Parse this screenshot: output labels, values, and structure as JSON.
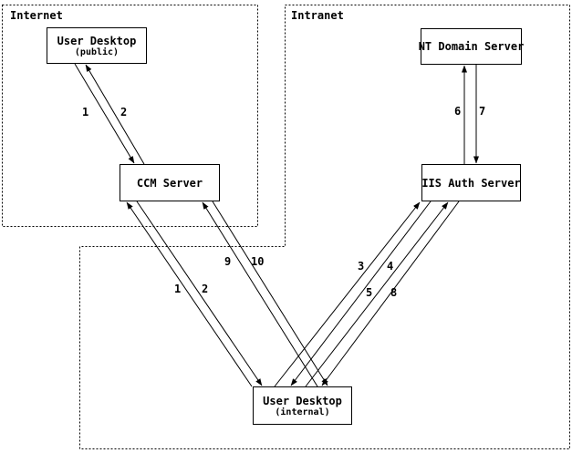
{
  "regions": {
    "internet": {
      "label": "Internet"
    },
    "intranet": {
      "label": "Intranet"
    }
  },
  "nodes": {
    "user_desktop_public": {
      "title": "User Desktop",
      "subtitle": "(public)"
    },
    "nt_domain_server": {
      "title": "NT Domain Server"
    },
    "ccm_server": {
      "title": "CCM Server"
    },
    "iis_auth_server": {
      "title": "IIS Auth Server"
    },
    "user_desktop_internal": {
      "title": "User Desktop",
      "subtitle": "(internal)"
    }
  },
  "edges": [
    {
      "label": "1",
      "from": "user_desktop_public",
      "to": "ccm_server"
    },
    {
      "label": "2",
      "from": "ccm_server",
      "to": "user_desktop_public"
    },
    {
      "label": "6",
      "from": "iis_auth_server",
      "to": "nt_domain_server"
    },
    {
      "label": "7",
      "from": "nt_domain_server",
      "to": "iis_auth_server"
    },
    {
      "label": "9",
      "from": "user_desktop_internal",
      "to": "ccm_server"
    },
    {
      "label": "10",
      "from": "ccm_server",
      "to": "user_desktop_internal"
    },
    {
      "label": "1",
      "from": "user_desktop_internal",
      "to": "ccm_server"
    },
    {
      "label": "2",
      "from": "ccm_server",
      "to": "user_desktop_internal"
    },
    {
      "label": "3",
      "from": "user_desktop_internal",
      "to": "iis_auth_server"
    },
    {
      "label": "4",
      "from": "iis_auth_server",
      "to": "user_desktop_internal"
    },
    {
      "label": "5",
      "from": "user_desktop_internal",
      "to": "iis_auth_server"
    },
    {
      "label": "8",
      "from": "iis_auth_server",
      "to": "user_desktop_internal"
    }
  ],
  "colors": {
    "line": "#000000",
    "background": "#ffffff"
  }
}
